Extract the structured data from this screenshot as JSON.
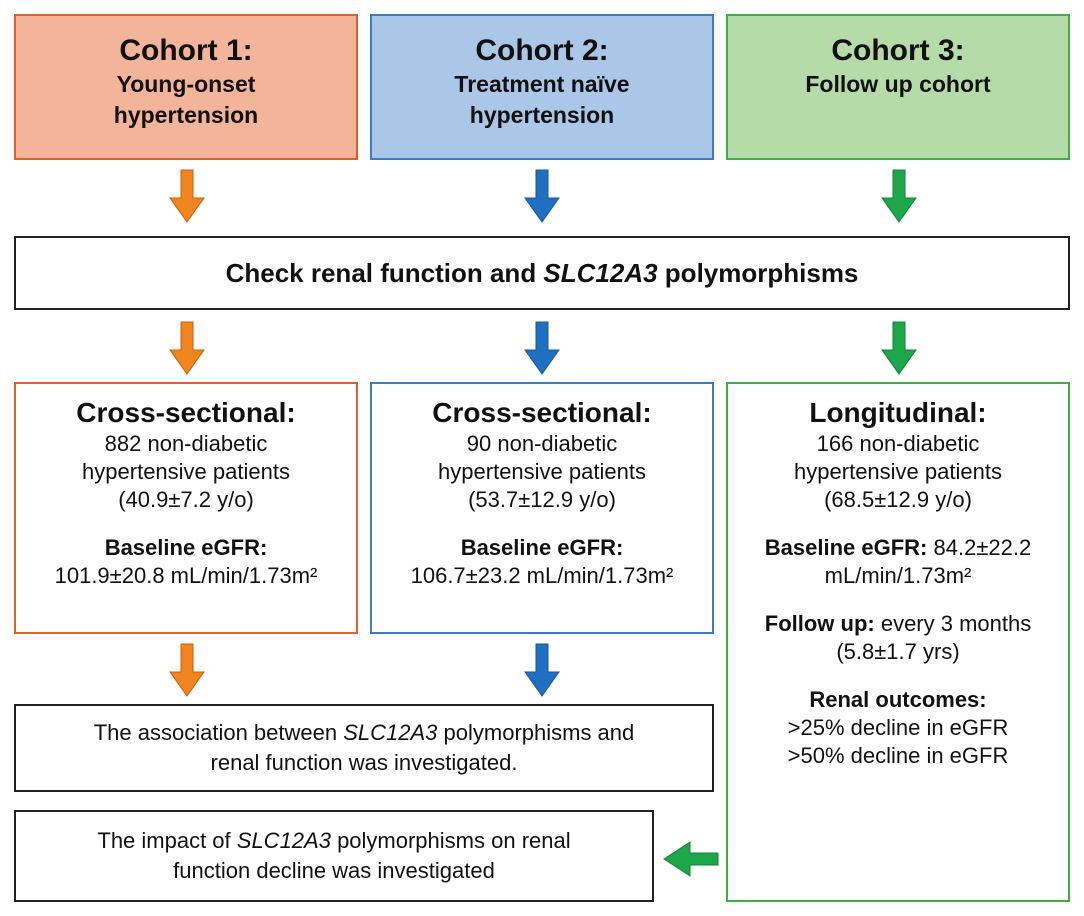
{
  "cohorts": [
    {
      "title": "Cohort 1:",
      "subtitle_1": "Young-onset",
      "subtitle_2": "hypertension"
    },
    {
      "title": "Cohort 2:",
      "subtitle_1": "Treatment naïve",
      "subtitle_2": "hypertension"
    },
    {
      "title": "Cohort 3:",
      "subtitle_1": "Follow up cohort",
      "subtitle_2": ""
    }
  ],
  "check": {
    "prefix": "Check renal function and ",
    "gene": "SLC12A3",
    "suffix": " polymorphisms"
  },
  "study": [
    {
      "design": "Cross-sectional:",
      "line_1": "882 non-diabetic",
      "line_2": "hypertensive patients",
      "age": "(40.9±7.2 y/o)",
      "egfr_label": "Baseline eGFR:",
      "egfr_value": "101.9±20.8 mL/min/1.73m²"
    },
    {
      "design": "Cross-sectional:",
      "line_1": "90 non-diabetic",
      "line_2": "hypertensive patients",
      "age": "(53.7±12.9 y/o)",
      "egfr_label": "Baseline eGFR:",
      "egfr_value": "106.7±23.2 mL/min/1.73m²"
    },
    {
      "design": "Longitudinal:",
      "line_1": "166 non-diabetic",
      "line_2": "hypertensive patients",
      "age": "(68.5±12.9 y/o)",
      "egfr_label": "Baseline eGFR:",
      "egfr_value_1": " 84.2±22.2",
      "egfr_value_2": "mL/min/1.73m²",
      "followup_label": "Follow up:",
      "followup_value": " every 3 months",
      "followup_duration": "(5.8±1.7 yrs)",
      "outcomes_label": "Renal outcomes:",
      "outcome_1": ">25% decline in eGFR",
      "outcome_2": ">50% decline in eGFR"
    }
  ],
  "result_1": {
    "part_1": "The association between ",
    "gene": "SLC12A3",
    "part_2": " polymorphisms and",
    "line_2": "renal function was investigated."
  },
  "result_2": {
    "part_1": "The impact of ",
    "gene": "SLC12A3",
    "part_2": " polymorphisms on renal",
    "line_2": "function decline was investigated"
  },
  "colors": {
    "cohort1_fill": "#f4b49a",
    "cohort1_border": "#e05f2a",
    "cohort1_arrow": "#f0841f",
    "cohort2_fill": "#abc7e8",
    "cohort2_border": "#3d7cc4",
    "cohort2_arrow": "#1f6fc2",
    "cohort3_fill": "#b5dca8",
    "cohort3_border": "#3fae49",
    "cohort3_arrow": "#1ea64a"
  }
}
